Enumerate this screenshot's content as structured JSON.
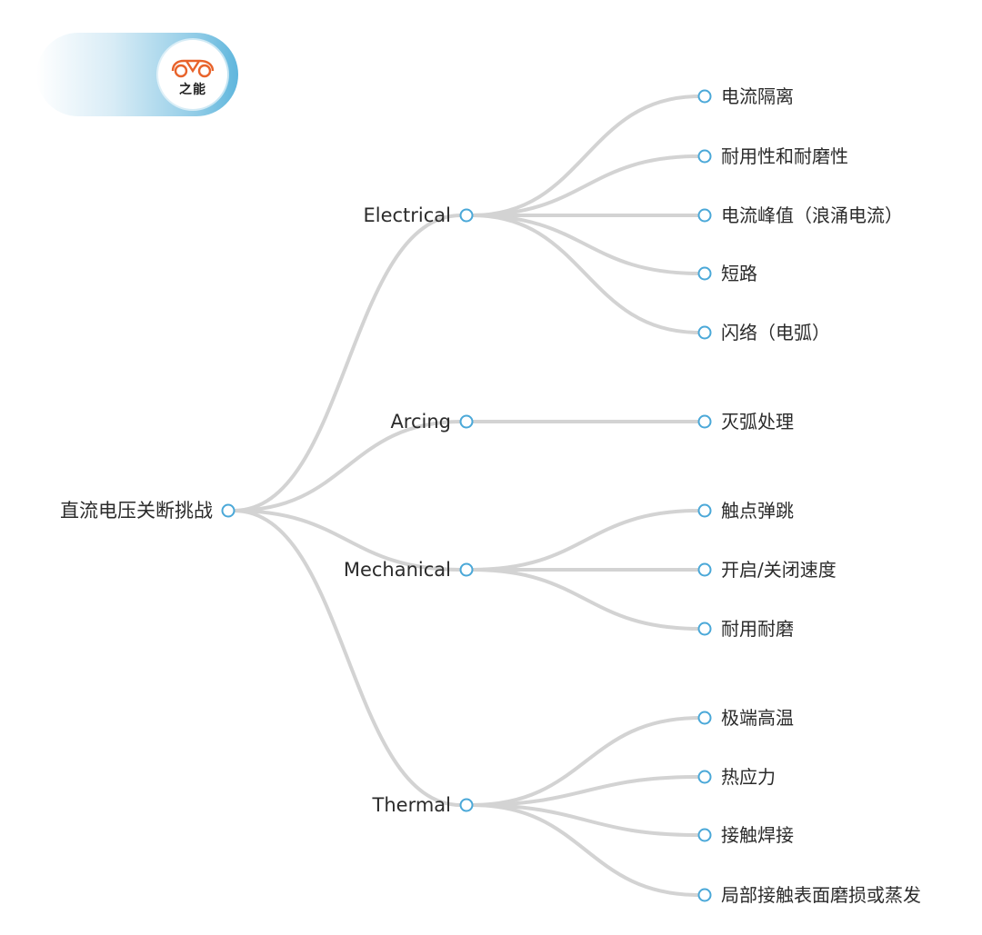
{
  "brand": {
    "logo_text": "之能",
    "logo_icon": "car-icon",
    "accent": "#4aa8d8",
    "logo_color": "#e8632b"
  },
  "colors": {
    "link": "#d3d3d3",
    "node_stroke": "#4aa8d8",
    "text": "#2b2b2b"
  },
  "mindmap": {
    "root": {
      "label": "直流电压关断挑战",
      "children": [
        {
          "label": "Electrical",
          "children": [
            {
              "label": "电流隔离"
            },
            {
              "label": "耐用性和耐磨性"
            },
            {
              "label": "电流峰值（浪涌电流）"
            },
            {
              "label": "短路"
            },
            {
              "label": "闪络（电弧）"
            }
          ]
        },
        {
          "label": "Arcing",
          "children": [
            {
              "label": "灭弧处理"
            }
          ]
        },
        {
          "label": "Mechanical",
          "children": [
            {
              "label": "触点弹跳"
            },
            {
              "label": "开启/关闭速度"
            },
            {
              "label": "耐用耐磨"
            }
          ]
        },
        {
          "label": "Thermal",
          "children": [
            {
              "label": "极端高温"
            },
            {
              "label": "热应力"
            },
            {
              "label": "接触焊接"
            },
            {
              "label": "局部接触表面磨损或蒸发"
            }
          ]
        }
      ]
    }
  }
}
